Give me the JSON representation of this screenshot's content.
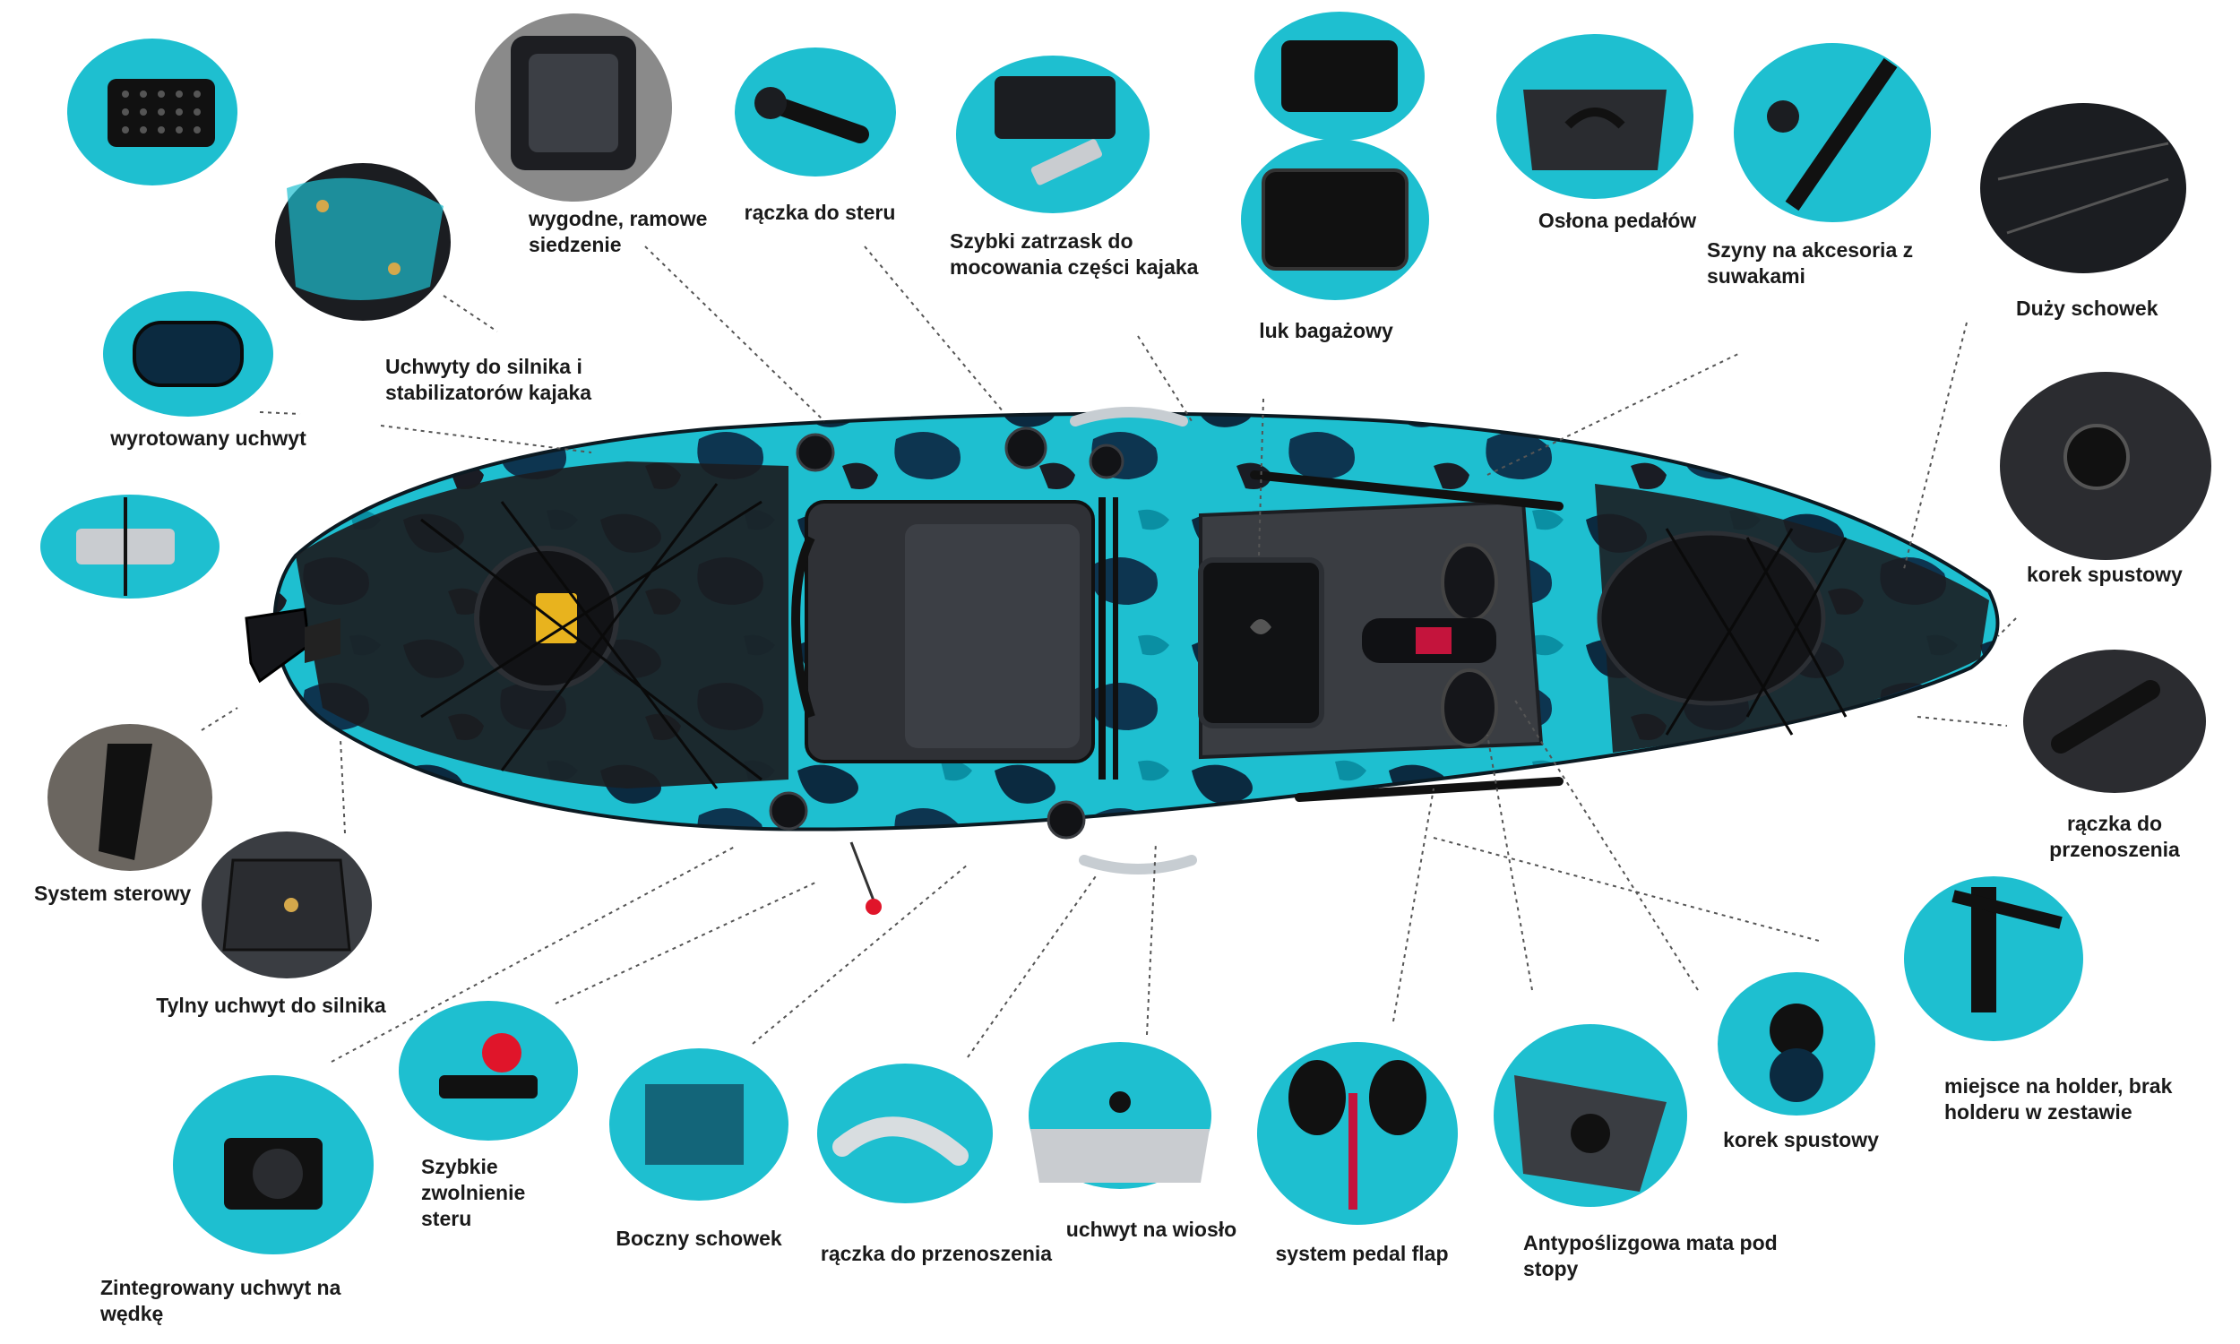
{
  "labels": {
    "wyrotowany_uchwyt": "wyrotowany uchwyt",
    "uchwyty_silnika": "Uchwyty do silnika i\nstabilizatorów kajaka",
    "siedzenie": "wygodne, ramowe\nsiedzenie",
    "raczka_steru": "rączka do steru",
    "zatrzask": "Szybki zatrzask do\nmocowania części kajaka",
    "luk": "luk bagażowy",
    "oslona": "Osłona pedałów",
    "szyny": "Szyny na akcesoria z suwakami",
    "duzy_schowek": "Duży schowek",
    "korek_prawy": "korek spustowy",
    "raczka_przen_prawa": "rączka do\nprzenoszenia",
    "holder": "miejsce na holder, brak\nholderu w zestawie",
    "korek_dolny": "korek spustowy",
    "mata": "Antypoślizgowa mata pod\nstopy",
    "pedal": "system pedal flap",
    "uchwyt_wioslo": "uchwyt na wiosło",
    "raczka_przen_dolna": "rączka do przenoszenia",
    "boczny_schowek": "Boczny schowek",
    "szybkie": "Szybkie\nzwolnienie\nsteru",
    "wedka": "Zintegrowany uchwyt na\nwędkę",
    "tylny": "Tylny uchwyt do silnika",
    "sterowy": "System sterowy"
  },
  "colors": {
    "teal": "#1ebfd0",
    "teal_dark": "#0a8fa3",
    "hull_black": "#1b1d21",
    "mat_gray": "#3a3d42",
    "red_knob": "#e0152a",
    "yellow": "#e8b31e",
    "leader_line": "#555555"
  }
}
